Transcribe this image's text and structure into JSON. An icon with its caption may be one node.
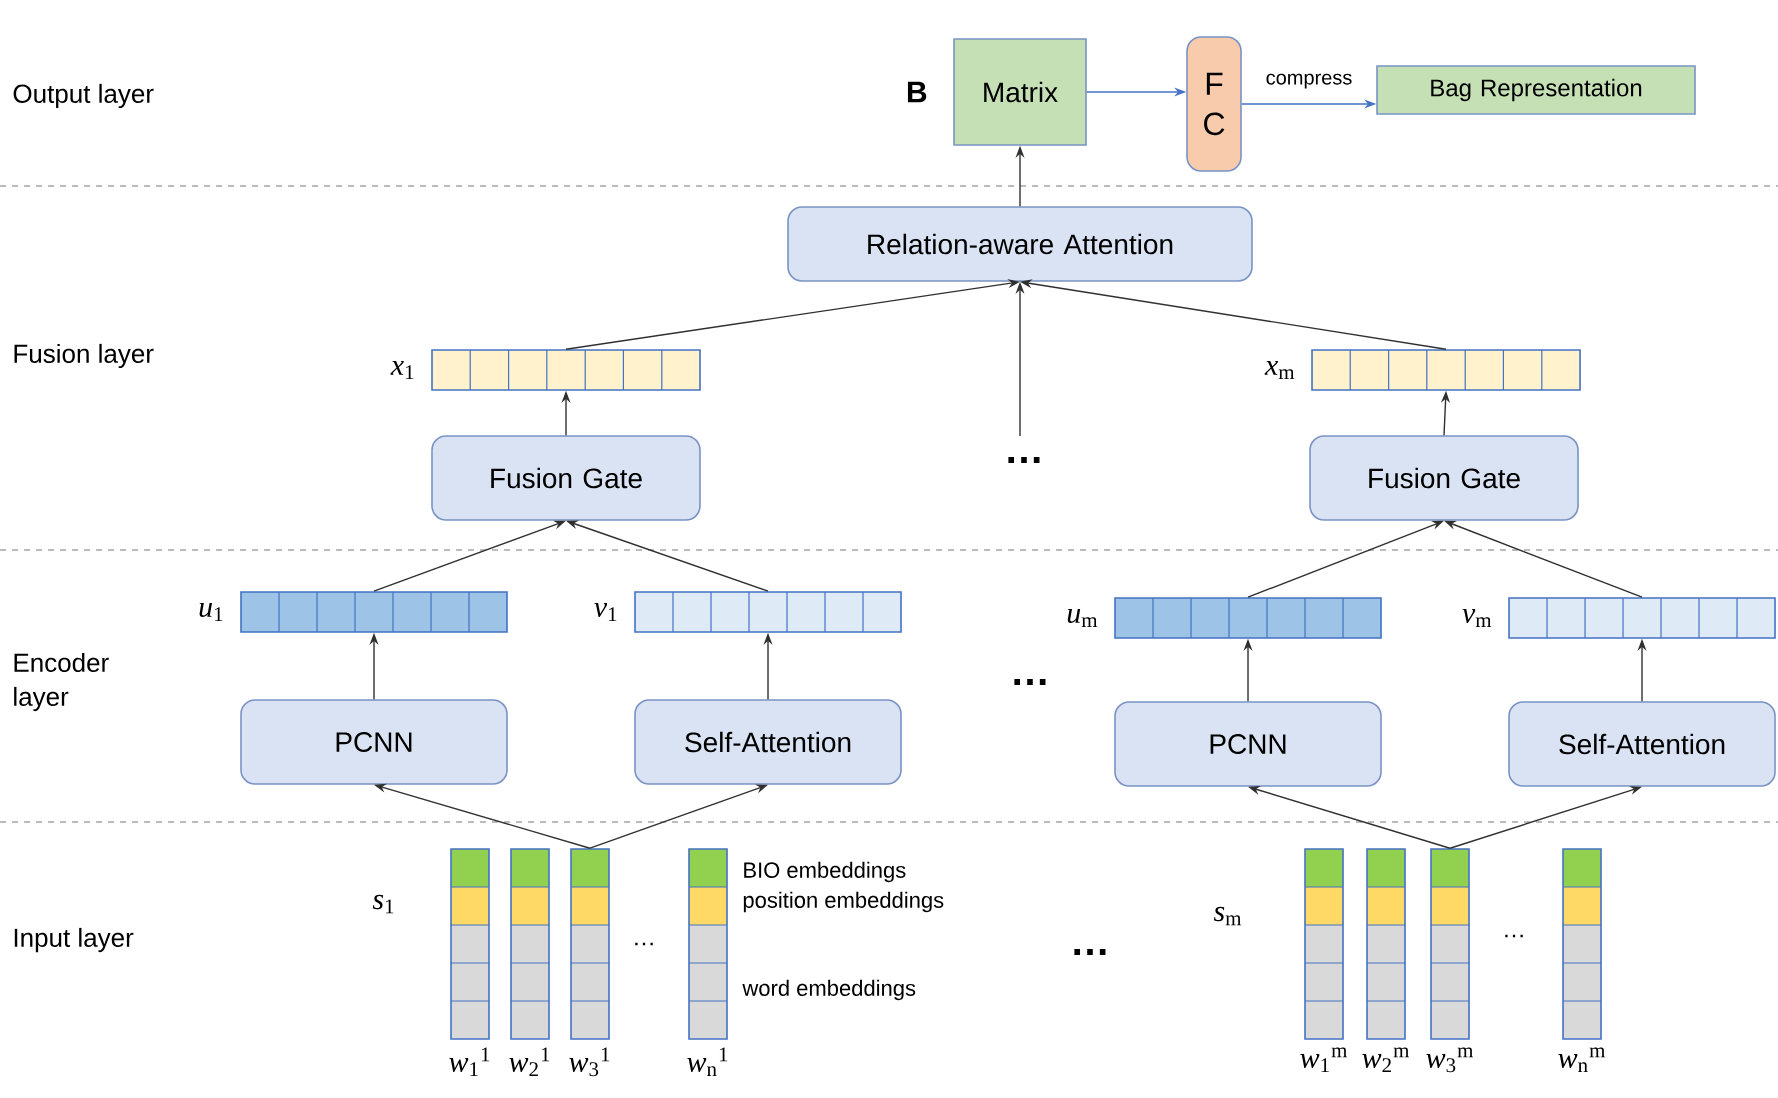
{
  "diagram": {
    "nodes": [
      {
        "text": [
          "Matrix"
        ],
        "beside": [
          "B"
        ]
      },
      {
        "text": [
          "F C"
        ]
      },
      {
        "text": [
          "Bag Representation"
        ]
      },
      {
        "text": [
          "Relation-aware Attention"
        ]
      },
      {
        "text": [],
        "shape": "bar",
        "beside": [
          "*x*$_{1}$"
        ]
      },
      {
        "text": [],
        "shape": "bar",
        "beside": [
          "*x*$_{m}$"
        ]
      },
      {
        "text": [
          "Fusion Gate"
        ]
      },
      {
        "text": [
          "Fusion Gate"
        ]
      },
      {
        "text": [],
        "shape": "bar",
        "beside": [
          "*u*$_{1}$"
        ]
      },
      {
        "text": [],
        "shape": "bar",
        "beside": [
          "*v*$_{1}$"
        ]
      },
      {
        "text": [],
        "shape": "bar",
        "beside": [
          "*u*$_{m}$"
        ]
      },
      {
        "text": [],
        "shape": "bar",
        "beside": [
          "*v*$_{m}$"
        ]
      },
      {
        "text": [
          "PCNN"
        ]
      },
      {
        "text": [
          "Self-Attention"
        ]
      },
      {
        "text": [
          "PCNN"
        ]
      },
      {
        "text": [
          "Self-Attention"
        ]
      },
      {
        "text": [],
        "shape": "bar",
        "beside": [
          "*w*$_{1}$$^{1}$"
        ]
      },
      {
        "text": [],
        "shape": "bar",
        "beside": [
          "*w*$_{2}$$^{1}$"
        ]
      },
      {
        "text": [],
        "shape": "bar",
        "beside": [
          "*w*$_{3}$$^{1}$"
        ]
      },
      {
        "text": [],
        "shape": "bar",
        "beside": [
          "*w*$_{n}$$^{1}$"
        ]
      },
      {
        "text": [],
        "shape": "bar",
        "beside": [
          "*w*$_{1}$$^{m}$"
        ]
      },
      {
        "text": [],
        "shape": "bar",
        "beside": [
          "*w*$_{2}$$^{m}$"
        ]
      },
      {
        "text": [],
        "shape": "bar",
        "beside": [
          "*w*$_{3}$$^{m}$"
        ]
      },
      {
        "text": [],
        "shape": "bar",
        "beside": [
          "*w*$_{n}$$^{m}$"
        ]
      }
    ],
    "edges": [
      {
        "from": 0,
        "to": 1,
        "arrow": "to",
        "color": "#4472c4"
      },
      {
        "from": 1,
        "to": 2,
        "arrow": "to",
        "label": "compress",
        "color": "#4472c4"
      },
      {
        "from": 3,
        "to": 0,
        "arrow": "to"
      },
      {
        "from": 4,
        "to": 3,
        "arrow": "to"
      },
      {
        "from": null,
        "to": 3,
        "arrow": "to"
      },
      {
        "from": 5,
        "to": 3,
        "arrow": "to"
      },
      {
        "from": 6,
        "to": 4,
        "arrow": "to"
      },
      {
        "from": 7,
        "to": 5,
        "arrow": "to"
      },
      {
        "from": 8,
        "to": 6,
        "arrow": "to"
      },
      {
        "from": 9,
        "to": 6,
        "arrow": "to"
      },
      {
        "from": 10,
        "to": 7,
        "arrow": "to"
      },
      {
        "from": 11,
        "to": 7,
        "arrow": "to"
      },
      {
        "from": 12,
        "to": 8,
        "arrow": "to"
      },
      {
        "from": 13,
        "to": 9,
        "arrow": "to"
      },
      {
        "from": 14,
        "to": 10,
        "arrow": "to"
      },
      {
        "from": 15,
        "to": 11,
        "arrow": "to"
      },
      {
        "from": 18,
        "to": 12,
        "arrow": "to"
      },
      {
        "from": 18,
        "to": 13,
        "arrow": "to"
      },
      {
        "from": 22,
        "to": 14,
        "arrow": "to"
      },
      {
        "from": 22,
        "to": 15,
        "arrow": "to"
      }
    ],
    "labels": [
      "Output layer",
      "Fusion layer",
      "…",
      "Encoder layer",
      "…",
      "*s*$_{1}$",
      "BIO embeddings",
      "position embeddings",
      "…",
      "word embeddings",
      "…",
      "*s*$_{m}$",
      "…",
      "Input layer"
    ]
  }
}
